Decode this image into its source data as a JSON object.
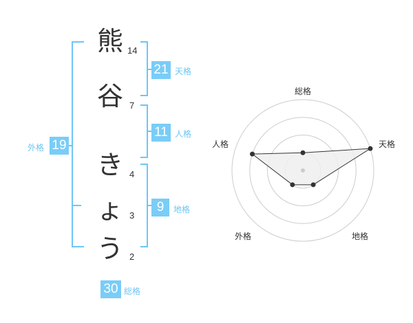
{
  "name": {
    "chars": [
      "熊",
      "谷",
      "き",
      "ょ",
      "う"
    ],
    "strokes": [
      "14",
      "7",
      "4",
      "3",
      "2"
    ]
  },
  "fortune": {
    "tenkaku": {
      "label": "天格",
      "value": "21"
    },
    "jinkaku": {
      "label": "人格",
      "value": "11"
    },
    "chikaku": {
      "label": "地格",
      "value": "9"
    },
    "gaikaku": {
      "label": "外格",
      "value": "19"
    },
    "soukaku": {
      "label": "総格",
      "value": "30"
    }
  },
  "chart_data": {
    "type": "radar",
    "axes": [
      "総格",
      "天格",
      "地格",
      "外格",
      "人格"
    ],
    "values": [
      1,
      4,
      1,
      1,
      3
    ],
    "range": [
      0,
      4
    ],
    "rings": 4,
    "colors": {
      "fill": "#eeeeee",
      "stroke": "#333333",
      "grid": "#cccccc",
      "point": "#333333"
    }
  }
}
